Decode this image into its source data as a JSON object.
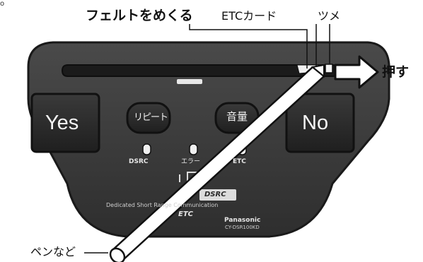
{
  "labels": {
    "felt": "フェルトをめくる",
    "etc_card": "ETCカード",
    "tsume": "ツメ",
    "push": "押す",
    "pen": "ペンなど"
  },
  "buttons": {
    "yes": "Yes",
    "no": "No",
    "repeat": "リピート",
    "volume": "音量"
  },
  "leds": {
    "dsrc": "DSRC",
    "error": "エラー",
    "etc": "ETC"
  },
  "device": {
    "dsrc_logo": "DSRC",
    "line1": "Dedicated Short Range Communication",
    "etc_logo": "ETC",
    "brand": "Panasonic",
    "model": "CY-DSR100KD"
  },
  "corner_mark": "o",
  "colors": {
    "body": "#3c3c3c",
    "body_edge": "#1e1e1e",
    "button": "#2b2b2b",
    "arrow": "#111111"
  }
}
